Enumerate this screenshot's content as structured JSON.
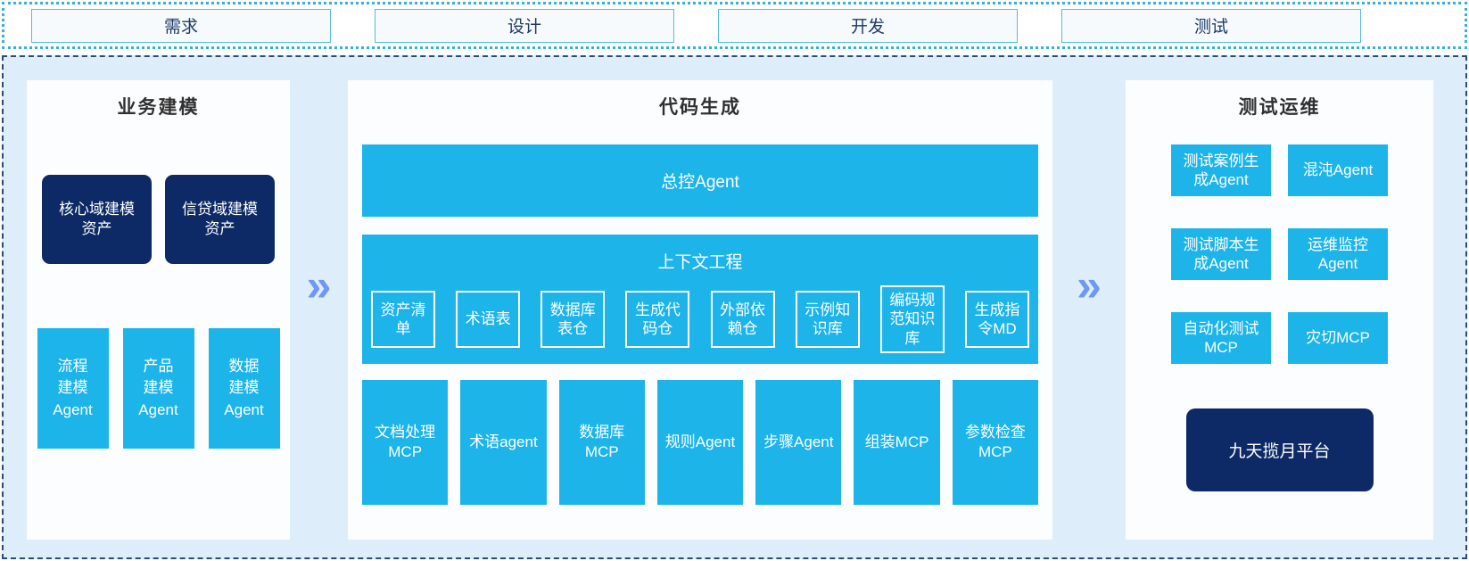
{
  "colors": {
    "cyan": "#1db4ea",
    "navy": "#0d2a66",
    "container_bg": "#ddeefa",
    "panel_bg": "#fcfdfe",
    "chevron_blue": "#6e98f2",
    "top_box_border": "#55bcd9",
    "top_strip_border": "#2fb3da",
    "main_border_dashed": "#2b4a76",
    "phase_text": "#1e3a66",
    "heading_text": "#303030"
  },
  "phases": {
    "items": [
      {
        "label": "需求"
      },
      {
        "label": "设计"
      },
      {
        "label": "开发"
      },
      {
        "label": "测试"
      }
    ]
  },
  "arrows": {
    "glyph": "»"
  },
  "business_modeling": {
    "title": "业务建模",
    "asset_boxes": [
      {
        "label": "核心域建模资产"
      },
      {
        "label": "信贷域建模资产"
      }
    ],
    "agent_boxes": [
      {
        "label": "流程建模Agent"
      },
      {
        "label": "产品建模Agent"
      },
      {
        "label": "数据建模Agent"
      }
    ]
  },
  "code_generation": {
    "title": "代码生成",
    "master_agent": "总控Agent",
    "context_engineering": {
      "title": "上下文工程",
      "items": [
        {
          "label": "资产清单"
        },
        {
          "label": "术语表"
        },
        {
          "label": "数据库表仓"
        },
        {
          "label": "生成代码仓"
        },
        {
          "label": "外部依赖仓"
        },
        {
          "label": "示例知识库"
        },
        {
          "label": "编码规范知识库"
        },
        {
          "label": "生成指令MD"
        }
      ]
    },
    "agents": [
      {
        "label": "文档处理MCP"
      },
      {
        "label": "术语agent"
      },
      {
        "label": "数据库MCP"
      },
      {
        "label": "规则Agent"
      },
      {
        "label": "步骤Agent"
      },
      {
        "label": "组装MCP"
      },
      {
        "label": "参数检查MCP"
      }
    ]
  },
  "test_ops": {
    "title": "测试运维",
    "boxes": [
      {
        "label": "测试案例生成Agent"
      },
      {
        "label": "混沌Agent"
      },
      {
        "label": "测试脚本生成Agent"
      },
      {
        "label": "运维监控Agent"
      },
      {
        "label": "自动化测试MCP"
      },
      {
        "label": "灾切MCP"
      }
    ],
    "platform": "九天揽月平台"
  }
}
